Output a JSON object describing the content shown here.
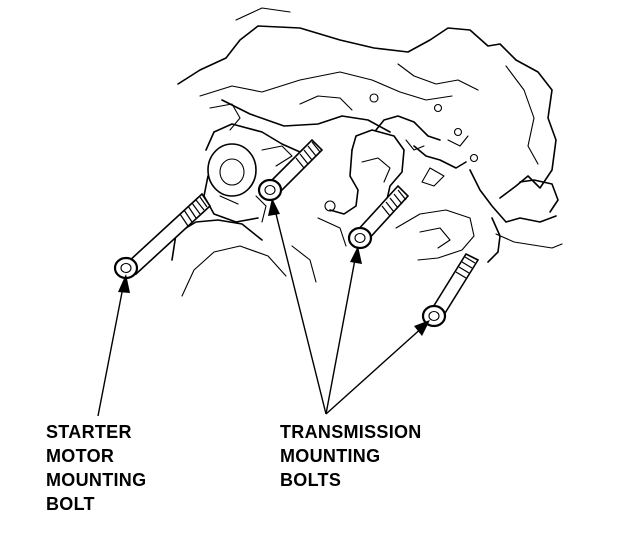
{
  "labels": {
    "starter": [
      "STARTER",
      "MOTOR",
      "MOUNTING",
      "BOLT"
    ],
    "transmission": [
      "TRANSMISSION",
      "MOUNTING",
      "BOLTS"
    ]
  }
}
